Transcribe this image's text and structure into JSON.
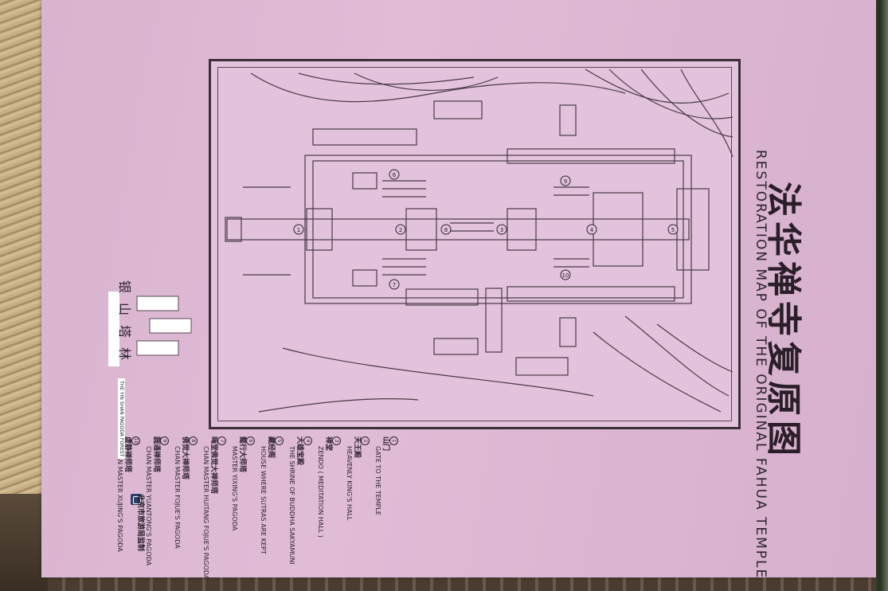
{
  "sign": {
    "title_cn": "法华禅寺复原图",
    "title_en": "RESTORATION MAP OF THE ORIGINAL FAHUA TEMPLE",
    "legend": [
      {
        "num": "1",
        "cn": "山门",
        "en": "GATE TO THE TEMPLE"
      },
      {
        "num": "2",
        "cn": "天王殿",
        "en": "HEAVENLY KING'S HALL"
      },
      {
        "num": "3",
        "cn": "禅堂",
        "en": "ZENDO ( MEDITATION HALL )"
      },
      {
        "num": "4",
        "cn": "大雄宝殿",
        "en": "THE SHRINE OF BUDDHA SAKYAMUNI"
      },
      {
        "num": "5",
        "cn": "藏经阁",
        "en": "HOUSE WHERE SUTRAS ARE KEPT"
      },
      {
        "num": "6",
        "cn": "懿行大师塔",
        "en": "MASTER YIXING'S PAGODA"
      },
      {
        "num": "7",
        "cn": "晦堂佛觉大禅师塔",
        "en": "CHAN MASTER HUITANG FOJUE'S PAGODA"
      },
      {
        "num": "8",
        "cn": "佛觉大禅师塔",
        "en": "CHAN MASTER FOJUE'S PAGODA"
      },
      {
        "num": "9",
        "cn": "圆通禅师塔",
        "en": "CHAN MASTER YUANTONG'S PAGODA"
      },
      {
        "num": "10",
        "cn": "虚静禅师塔",
        "en": "CHAN MASTER XUJING'S PAGODA"
      }
    ],
    "logo_cn": "银山塔林",
    "logo_en": "THE YIN SHAN PAGODA FOREST",
    "org": "北京市旅游局监制",
    "map_markers": [
      "1",
      "2",
      "3",
      "4",
      "5",
      "6",
      "7",
      "8",
      "9",
      "10"
    ]
  }
}
